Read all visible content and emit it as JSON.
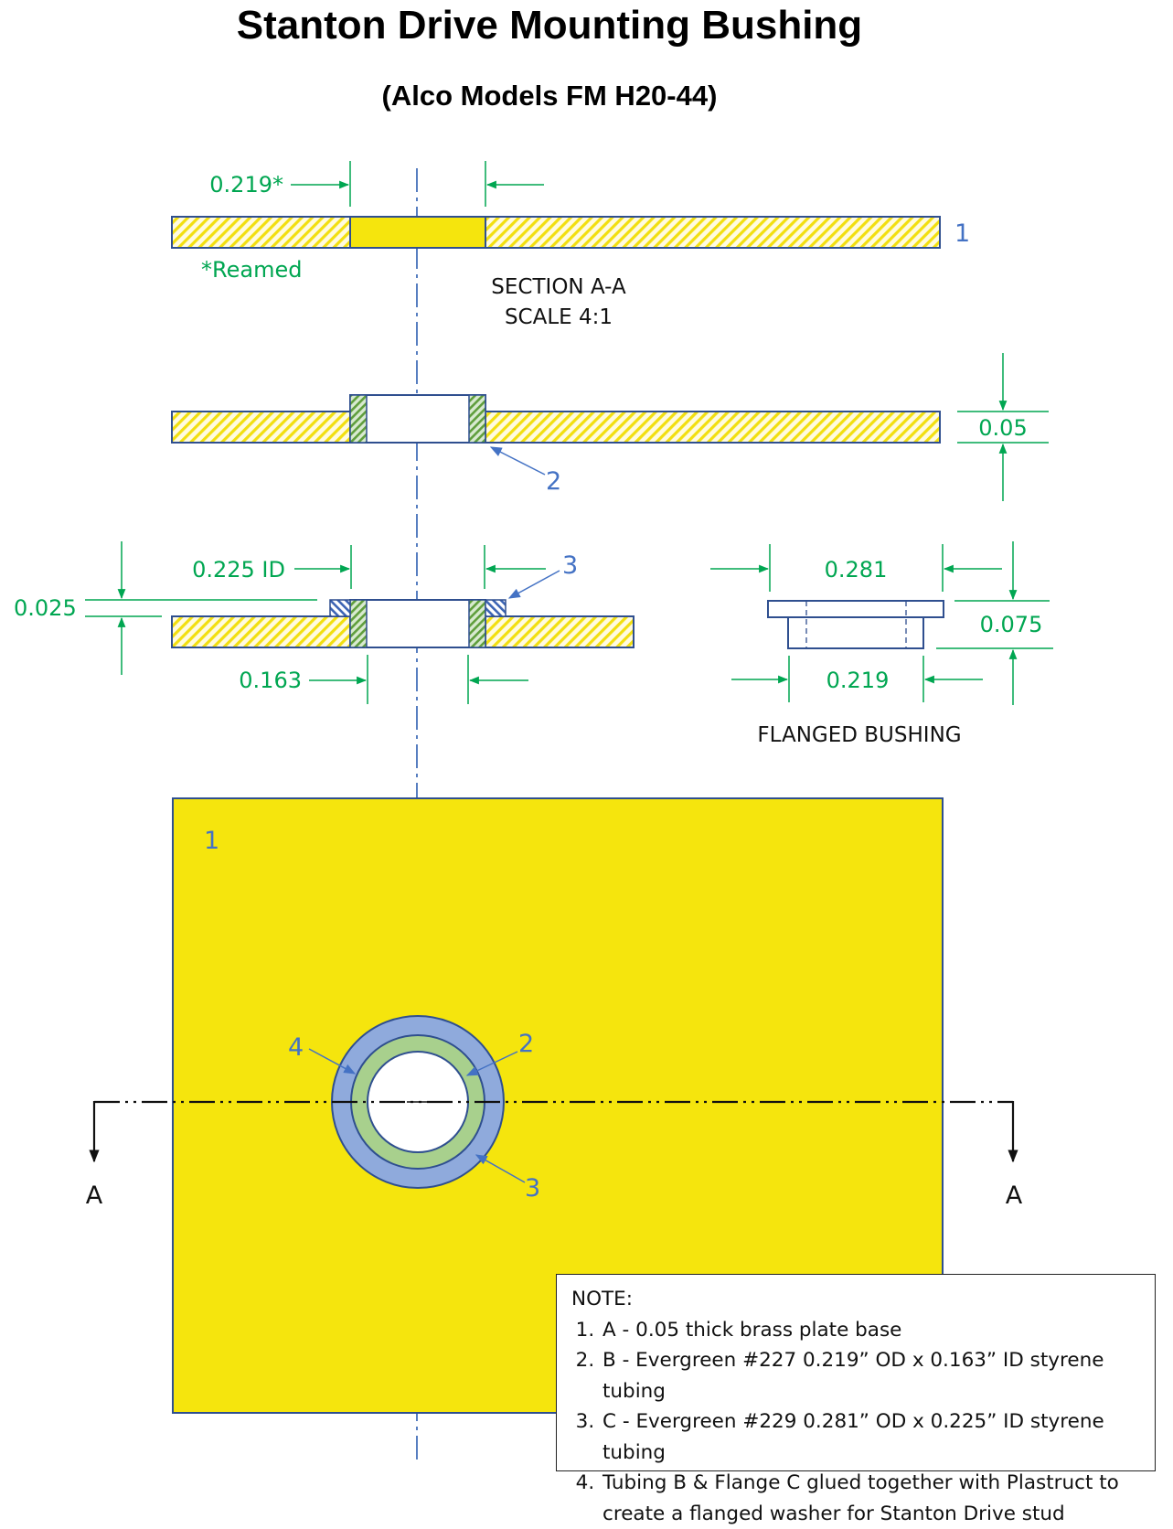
{
  "title": "Stanton Drive Mounting Bushing",
  "subtitle": "(Alco Models FM H20-44)",
  "section_view": {
    "label": "SECTION A-A",
    "scale": "SCALE 4:1",
    "hole_dim": "0.219*",
    "reamed_note": "*Reamed",
    "part_number": "1"
  },
  "plate_thickness_dim": "0.05",
  "tubing_callout": "2",
  "flange_section": {
    "id_dim": "0.225 ID",
    "flange_thickness_dim": "0.025",
    "inner_dim": "0.163",
    "callout": "3"
  },
  "flanged_bushing": {
    "label": "FLANGED BUSHING",
    "flange_od_dim": "0.281",
    "body_od_dim": "0.219",
    "height_dim": "0.075"
  },
  "plan_view": {
    "part_number": "1",
    "callouts": [
      "4",
      "2",
      "3"
    ],
    "section_marks": [
      "A",
      "A"
    ]
  },
  "notes": {
    "heading": "NOTE:",
    "items": [
      "A - 0.05 thick brass plate base",
      "B - Evergreen #227 0.219” OD x 0.163” ID styrene tubing",
      "C - Evergreen #229 0.281” OD x 0.225” ID styrene tubing",
      "Tubing B & Flange C glued together with Plastruct to create a flanged washer for Stanton Drive stud"
    ]
  },
  "colors": {
    "brass": "#f5e50d",
    "hatch_yellow": "#f5e50d",
    "tubing_green": "#a8d08d",
    "tubing_hatch": "#70ad47",
    "flange_blue": "#8faadc",
    "outline": "#2f4f8f",
    "dimension": "#00a651",
    "callout": "#4472c4",
    "centerline": "#2e5fb0"
  }
}
